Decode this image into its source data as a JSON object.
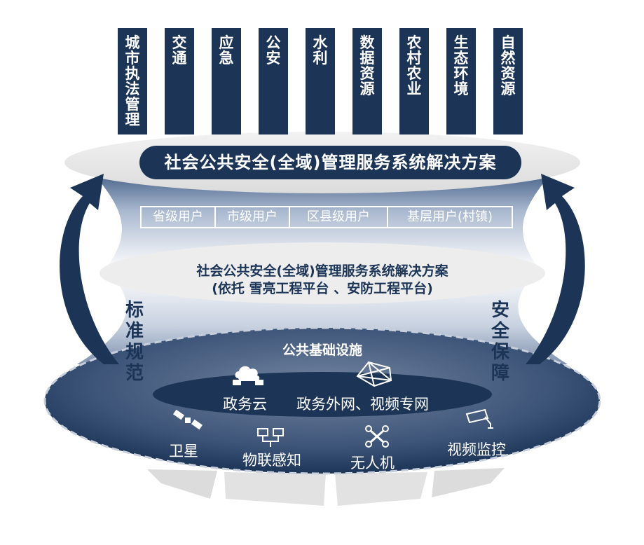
{
  "pillars": [
    "城市执法管理",
    "交通",
    "应急",
    "公安",
    "水利",
    "数据资源",
    "农村农业",
    "生态环境",
    "自然资源"
  ],
  "title": "社会公共安全(全域)管理服务系统解决方案",
  "users": [
    "省级用户",
    "市级用户",
    "区县级用户",
    "基层用户(村镇)"
  ],
  "middle": {
    "line1": "社会公共安全(全域)管理服务系统解决方案",
    "line2": "(依托 雪亮工程平台 、安防工程平台)"
  },
  "sides": {
    "left": "标准规范",
    "right": "安全保障"
  },
  "infrastructure": {
    "title": "公共基础设施",
    "cloud": "政务云",
    "network": "政务外网、视频专网",
    "satellite": "卫星",
    "iot": "物联感知",
    "drone": "无人机",
    "video": "视频监控"
  },
  "colors": {
    "navy": "#1c3557",
    "light_gray": "#e6e6e6"
  }
}
